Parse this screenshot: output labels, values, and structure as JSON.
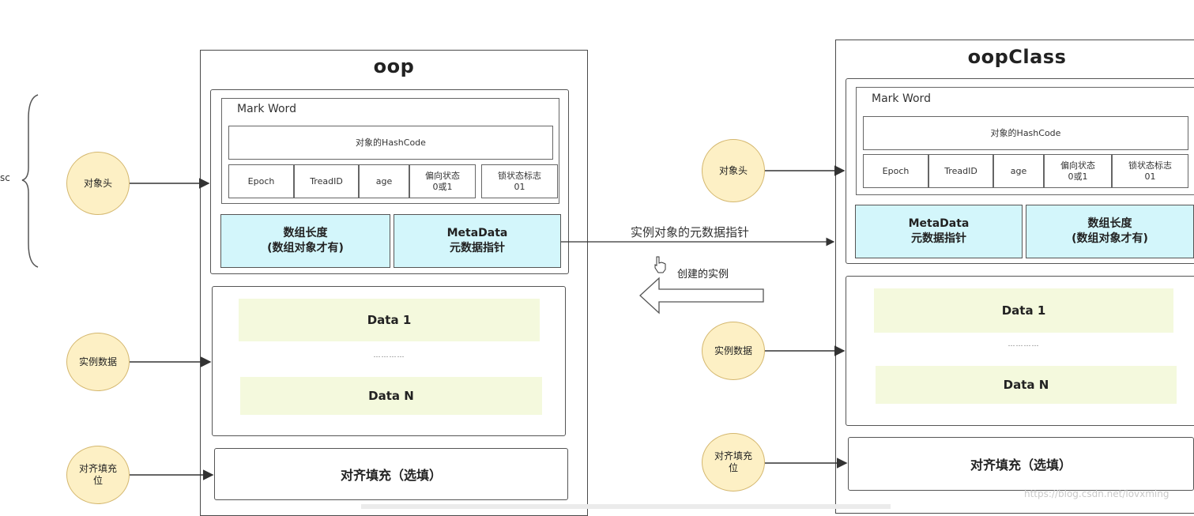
{
  "sidebar_fragment": "sc",
  "left": {
    "title": "oop",
    "mark_word": {
      "label": "Mark Word",
      "hashcode": "对象的HashCode",
      "cells": [
        "Epoch",
        "TreadID",
        "age",
        "偏向状态\n0或1",
        "锁状态标志\n01"
      ]
    },
    "array_len": [
      "数组长度",
      "(数组对象才有)"
    ],
    "metadata": [
      "MetaData",
      "元数据指针"
    ],
    "data1": "Data 1",
    "dots": "…………",
    "dataN": "Data N",
    "padding": "对齐填充（选填）",
    "circles": {
      "header": "对象头",
      "instance": "实例数据",
      "padding": "对齐填充\n位"
    }
  },
  "middle": {
    "pointer_label": "实例对象的元数据指针",
    "created_label": "创建的实例"
  },
  "right": {
    "title": "oopClass",
    "mark_word": {
      "label": "Mark Word",
      "hashcode": "对象的HashCode",
      "cells": [
        "Epoch",
        "TreadID",
        "age",
        "偏向状态\n0或1",
        "锁状态标志\n01"
      ]
    },
    "metadata": [
      "MetaData",
      "元数据指针"
    ],
    "array_len": [
      "数组长度",
      "(数组对象才有)"
    ],
    "data1": "Data 1",
    "dots": "…………",
    "dataN": "Data N",
    "padding": "对齐填充（选填）",
    "circles": {
      "header": "对象头",
      "instance": "实例数据",
      "padding": "对齐填充\n位"
    }
  },
  "watermark": "https://blog.csdn.net/lovxming"
}
